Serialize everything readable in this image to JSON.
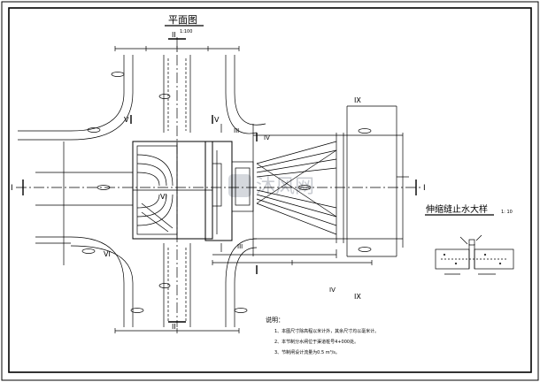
{
  "drawing": {
    "plan_title": "平面图",
    "plan_scale": "1:100",
    "detail_title": "伸缩缝止水大样",
    "detail_scale": "1: 10",
    "section_labels": {
      "I_left": "I",
      "I_right": "I",
      "II_top": "II",
      "II_bottom": "II",
      "III_top": "III",
      "III_bottom": "III",
      "IV_top": "IV",
      "IV_bottom": "IV",
      "V_left": "V",
      "V_right": "V",
      "VI_center": "VI",
      "VI_lower": "VI",
      "IX_top": "IX",
      "IX_bottom": "IX"
    },
    "notes_title": "说明：",
    "notes": [
      "1、本图尺寸除高程以米计外，其余尺寸均以毫米计。",
      "2、本节制分水闸位于渠道桩号4+000处。",
      "3、节制闸设计流量为0.5 m³/s。"
    ],
    "watermark": "沐风网"
  }
}
